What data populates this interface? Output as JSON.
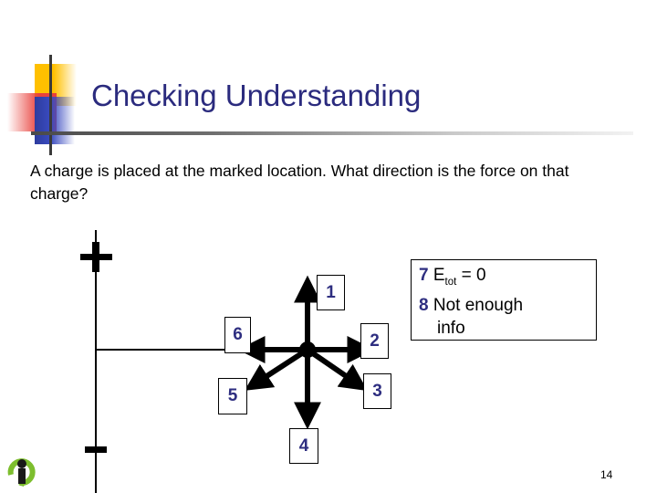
{
  "slide": {
    "title": "Checking Understanding",
    "question": "A charge is placed at the marked location.  What direction is the force on that charge?",
    "page_number": "14"
  },
  "diagram": {
    "plate_charge_top": "+",
    "plate_charge_bottom": "−",
    "labels": [
      {
        "id": "1",
        "text": "1",
        "direction": "up"
      },
      {
        "id": "2",
        "text": "2",
        "direction": "right"
      },
      {
        "id": "3",
        "text": "3",
        "direction": "down-right"
      },
      {
        "id": "4",
        "text": "4",
        "direction": "down"
      },
      {
        "id": "5",
        "text": "5",
        "direction": "down-left"
      },
      {
        "id": "6",
        "text": "6",
        "direction": "left"
      }
    ]
  },
  "answers": {
    "items": [
      {
        "num": "7",
        "text": "E",
        "sub": "tot",
        "tail": " = 0"
      },
      {
        "num": "8",
        "text": "Not enough",
        "continuation": "info"
      }
    ]
  },
  "colors": {
    "title": "#2B2B7E",
    "label_number": "#2E2E80",
    "accent_yellow": "#FFC000",
    "accent_red": "#E8413C",
    "accent_blue": "#2D3C9E",
    "logo_green": "#7DBE2E"
  }
}
